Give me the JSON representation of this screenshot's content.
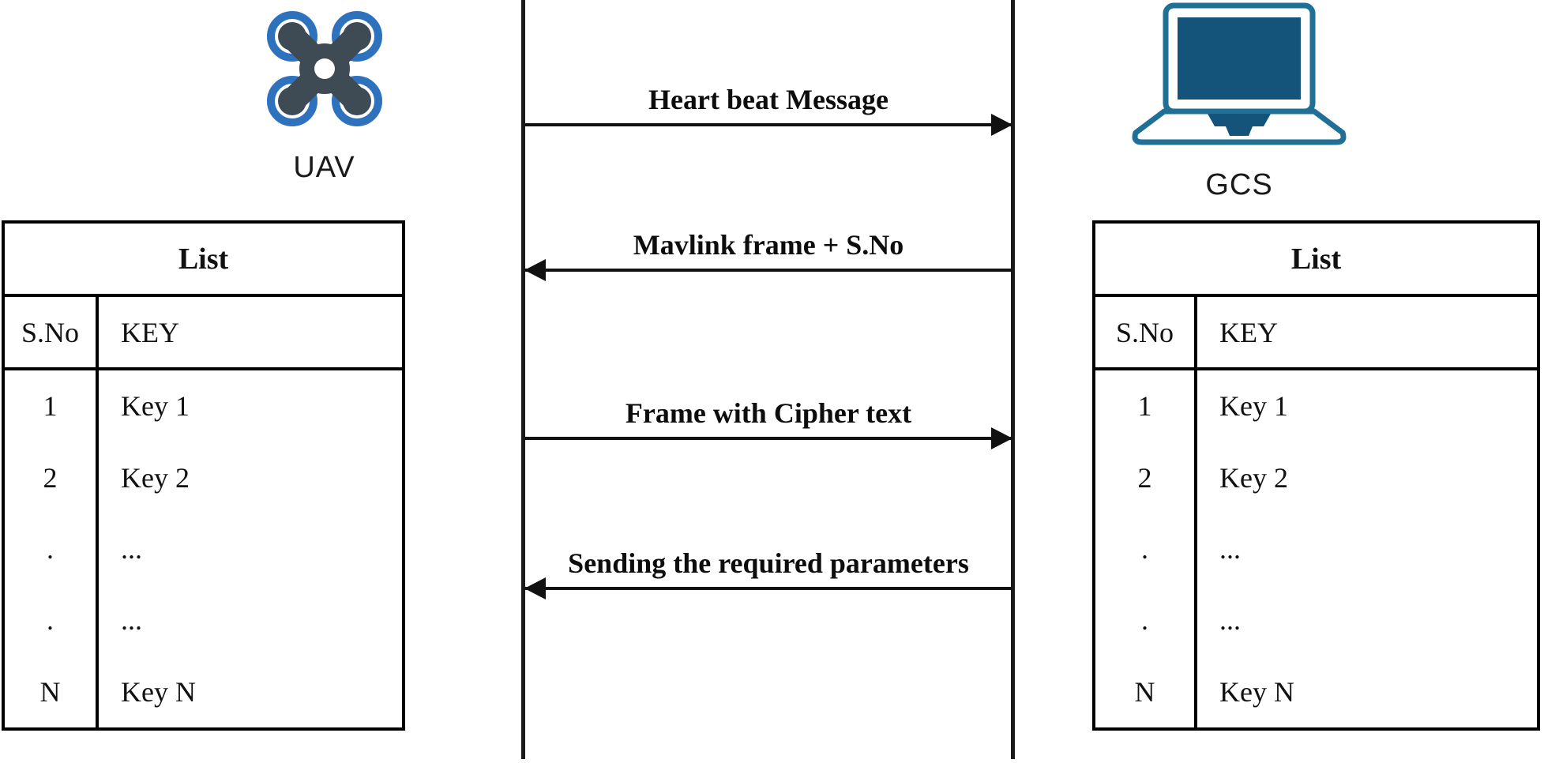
{
  "actors": {
    "uav": {
      "label": "UAV",
      "icon": "quadcopter-drone-icon"
    },
    "gcs": {
      "label": "GCS",
      "icon": "laptop-icon"
    }
  },
  "messages": [
    {
      "label": "Heart beat Message",
      "from": "UAV",
      "to": "GCS",
      "direction": "right"
    },
    {
      "label": "Mavlink frame + S.No",
      "from": "GCS",
      "to": "UAV",
      "direction": "left"
    },
    {
      "label": "Frame with Cipher text",
      "from": "UAV",
      "to": "GCS",
      "direction": "right"
    },
    {
      "label": "Sending the required parameters",
      "from": "GCS",
      "to": "UAV",
      "direction": "left"
    }
  ],
  "tables": {
    "uav": {
      "title": "List",
      "col_sno": "S.No",
      "col_key": "KEY",
      "rows": [
        {
          "sno": "1",
          "key": "Key 1"
        },
        {
          "sno": "2",
          "key": "Key 2"
        },
        {
          "sno": ".",
          "key": "..."
        },
        {
          "sno": ".",
          "key": "..."
        },
        {
          "sno": "N",
          "key": "Key N"
        }
      ]
    },
    "gcs": {
      "title": "List",
      "col_sno": "S.No",
      "col_key": "KEY",
      "rows": [
        {
          "sno": "1",
          "key": "Key 1"
        },
        {
          "sno": "2",
          "key": "Key 2"
        },
        {
          "sno": ".",
          "key": "..."
        },
        {
          "sno": ".",
          "key": "..."
        },
        {
          "sno": "N",
          "key": "Key N"
        }
      ]
    }
  },
  "colors": {
    "drone_body": "#3e4a54",
    "drone_rotor_blue": "#2e72bd",
    "laptop_outline": "#1f6f96",
    "laptop_screen": "#14547a",
    "line_black": "#111111"
  }
}
